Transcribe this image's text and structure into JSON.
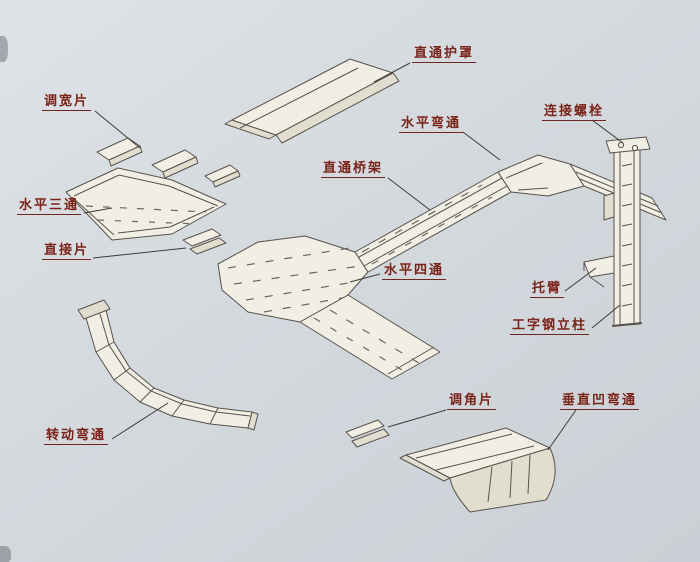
{
  "diagram": {
    "labels": {
      "cover": "直通护罩",
      "width_adjust_piece": "调宽片",
      "horizontal_bend": "水平弯通",
      "connecting_bolt": "连接螺栓",
      "straight_tray": "直通桥架",
      "horizontal_tee": "水平三通",
      "direct_piece": "直接片",
      "horizontal_cross": "水平四通",
      "bracket_arm": "托臂",
      "ibeam_column": "工字钢立柱",
      "angle_adjust_piece": "调角片",
      "vertical_concave_bend": "垂直凹弯通",
      "rotating_bend": "转动弯通"
    }
  }
}
